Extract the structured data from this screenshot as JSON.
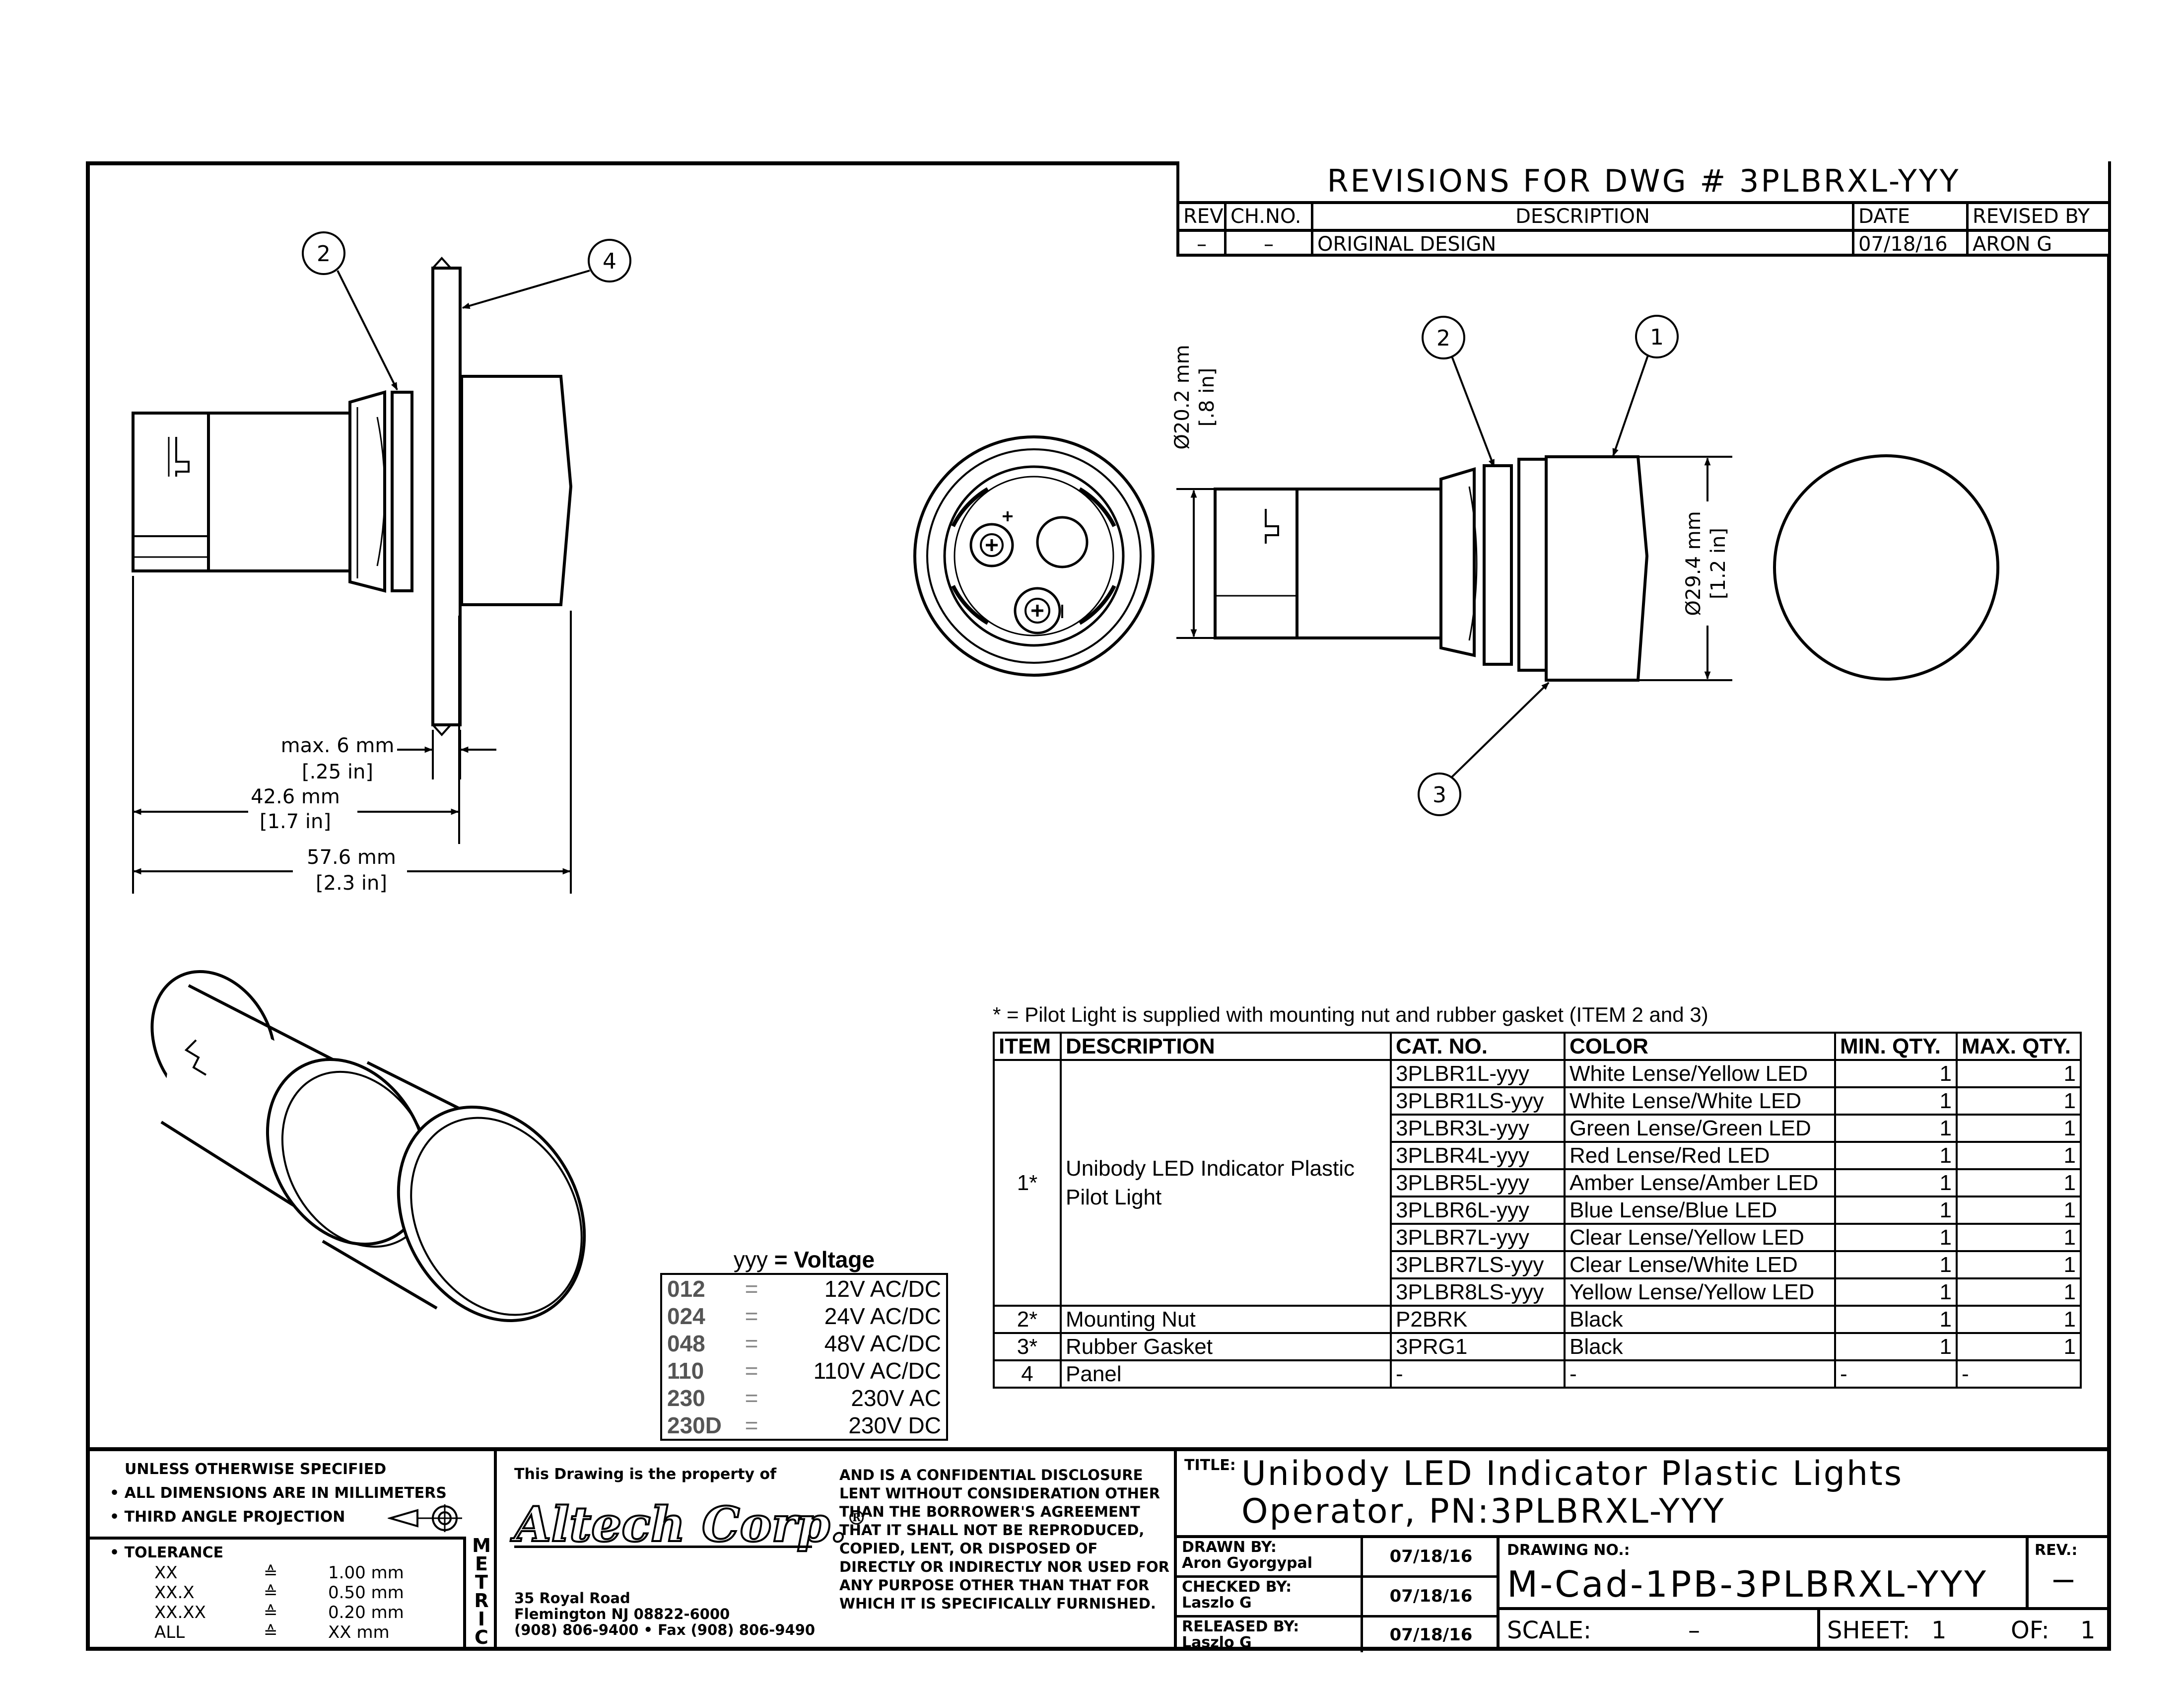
{
  "revisions": {
    "title": "REVISIONS FOR DWG # 3PLBRXL-YYY",
    "headers": [
      "REV",
      "CH.NO.",
      "DESCRIPTION",
      "DATE",
      "REVISED BY"
    ],
    "rows": [
      [
        "–",
        "–",
        "ORIGINAL DESIGN",
        "07/18/16",
        "ARON G"
      ]
    ]
  },
  "callouts": {
    "c1": "1",
    "c2": "2",
    "c3": "3",
    "c4": "4"
  },
  "dimensions": {
    "d_max6_mm": "max. 6 mm",
    "d_max6_in": "[.25 in]",
    "d_426_mm": "42.6 mm",
    "d_426_in": "[1.7 in]",
    "d_576_mm": "57.6 mm",
    "d_576_in": "[2.3 in]",
    "d_202_mm": "Ø20.2 mm",
    "d_202_in": "[.8 in]",
    "d_294_mm": "Ø29.4 mm",
    "d_294_in": "[1.2 in]"
  },
  "note": "*   =   Pilot Light is supplied with mounting nut and rubber gasket (ITEM 2 and 3)",
  "bom": {
    "headers": [
      "ITEM",
      "DESCRIPTION",
      "CAT. NO.",
      "COLOR",
      "MIN. QTY.",
      "MAX. QTY."
    ],
    "item1": "1*",
    "item1_desc": "Unibody LED Indicator Plastic Pilot Light",
    "item1_rows": [
      {
        "cat": "3PLBR1L-yyy",
        "color": "White Lense/Yellow LED",
        "min": "1",
        "max": "1"
      },
      {
        "cat": "3PLBR1LS-yyy",
        "color": "White Lense/White LED",
        "min": "1",
        "max": "1"
      },
      {
        "cat": "3PLBR3L-yyy",
        "color": "Green Lense/Green LED",
        "min": "1",
        "max": "1"
      },
      {
        "cat": "3PLBR4L-yyy",
        "color": "Red Lense/Red LED",
        "min": "1",
        "max": "1"
      },
      {
        "cat": "3PLBR5L-yyy",
        "color": "Amber Lense/Amber LED",
        "min": "1",
        "max": "1"
      },
      {
        "cat": "3PLBR6L-yyy",
        "color": "Blue Lense/Blue LED",
        "min": "1",
        "max": "1"
      },
      {
        "cat": "3PLBR7L-yyy",
        "color": "Clear Lense/Yellow LED",
        "min": "1",
        "max": "1"
      },
      {
        "cat": "3PLBR7LS-yyy",
        "color": "Clear Lense/White LED",
        "min": "1",
        "max": "1"
      },
      {
        "cat": "3PLBR8LS-yyy",
        "color": "Yellow Lense/Yellow LED",
        "min": "1",
        "max": "1"
      }
    ],
    "other_rows": [
      {
        "item": "2*",
        "desc": "Mounting Nut",
        "cat": "P2BRK",
        "color": "Black",
        "min": "1",
        "max": "1"
      },
      {
        "item": "3*",
        "desc": "Rubber Gasket",
        "cat": "3PRG1",
        "color": "Black",
        "min": "1",
        "max": "1"
      },
      {
        "item": "4",
        "desc": "Panel",
        "cat": "-",
        "color": "-",
        "min": "-",
        "max": "-"
      }
    ]
  },
  "voltage": {
    "heading_prefix": "yyy",
    "heading_rest": " = Voltage",
    "rows": [
      {
        "code": "012",
        "eq": "=",
        "value": "12V AC/DC"
      },
      {
        "code": "024",
        "eq": "=",
        "value": "24V AC/DC"
      },
      {
        "code": "048",
        "eq": "=",
        "value": "48V AC/DC"
      },
      {
        "code": "110",
        "eq": "=",
        "value": "110V AC/DC"
      },
      {
        "code": "230",
        "eq": "=",
        "value": "230V AC"
      },
      {
        "code": "230D",
        "eq": "=",
        "value": "230V DC"
      }
    ]
  },
  "titleblock": {
    "unless": "UNLESS OTHERWISE SPECIFIED",
    "all_dims": "• ALL DIMENSIONS ARE IN MILLIMETERS",
    "third_angle": "• THIRD ANGLE PROJECTION",
    "tolerance": "• TOLERANCE",
    "tol_rows": [
      {
        "fmt": "XX",
        "sym": "≙",
        "val": "1.00 mm"
      },
      {
        "fmt": "XX.X",
        "sym": "≙",
        "val": "0.50 mm"
      },
      {
        "fmt": "XX.XX",
        "sym": "≙",
        "val": "0.20 mm"
      },
      {
        "fmt": "ALL",
        "sym": "≙",
        "val": "XX mm"
      }
    ],
    "metric": [
      "M",
      "E",
      "T",
      "R",
      "I",
      "C"
    ],
    "property": "This Drawing is the property of",
    "company": "Altech Corp.",
    "reg": "®",
    "address1": "35 Royal Road",
    "address2": "Flemington NJ 08822-6000",
    "address3": "(908) 806-9400 • Fax (908) 806-9490",
    "confidential": "AND IS A CONFIDENTIAL DISCLOSURE LENT WITHOUT CONSIDERATION OTHER THAN THE BORROWER'S AGREEMENT THAT IT SHALL NOT BE REPRODUCED, COPIED, LENT, OR DISPOSED OF DIRECTLY OR INDIRECTLY NOR USED FOR ANY PURPOSE OTHER THAN THAT FOR WHICH IT IS SPECIFICALLY FURNISHED.",
    "title_label": "TITLE:",
    "title_line1": "Unibody LED Indicator Plastic Lights",
    "title_line2": "Operator, PN:3PLBRXL-YYY",
    "drawn_label": "DRAWN BY:",
    "drawn_name": "Aron Gyorgypal",
    "drawn_date": "07/18/16",
    "checked_label": "CHECKED BY:",
    "checked_name": "Laszlo G",
    "checked_date": "07/18/16",
    "released_label": "RELEASED BY:",
    "released_name": "Laszlo G",
    "released_date": "07/18/16",
    "drawing_no_label": "DRAWING NO.:",
    "drawing_no": "M-Cad-1PB-3PLBRXL-YYY",
    "rev_label": "REV.:",
    "rev_value": "–",
    "scale_label": "SCALE:",
    "scale_value": "–",
    "sheet_label": "SHEET:",
    "sheet_value": "1",
    "of_label": "OF:",
    "of_value": "1"
  }
}
